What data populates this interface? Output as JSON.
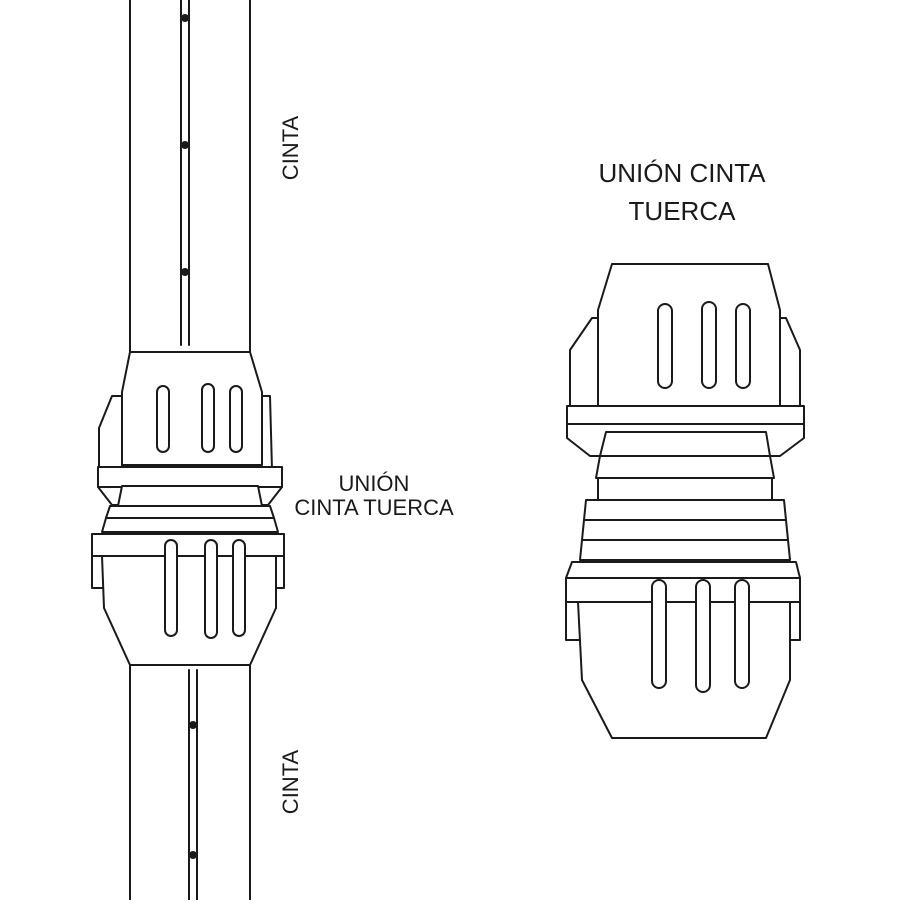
{
  "labels": {
    "tape_top": "CINTA",
    "tape_bottom": "CINTA",
    "assembly_line1": "UNIÓN",
    "assembly_line2": "CINTA TUERCA",
    "detail_line1": "UNIÓN CINTA",
    "detail_line2": "TUERCA"
  },
  "colors": {
    "line": "#1a1a1a",
    "background": "#ffffff"
  }
}
